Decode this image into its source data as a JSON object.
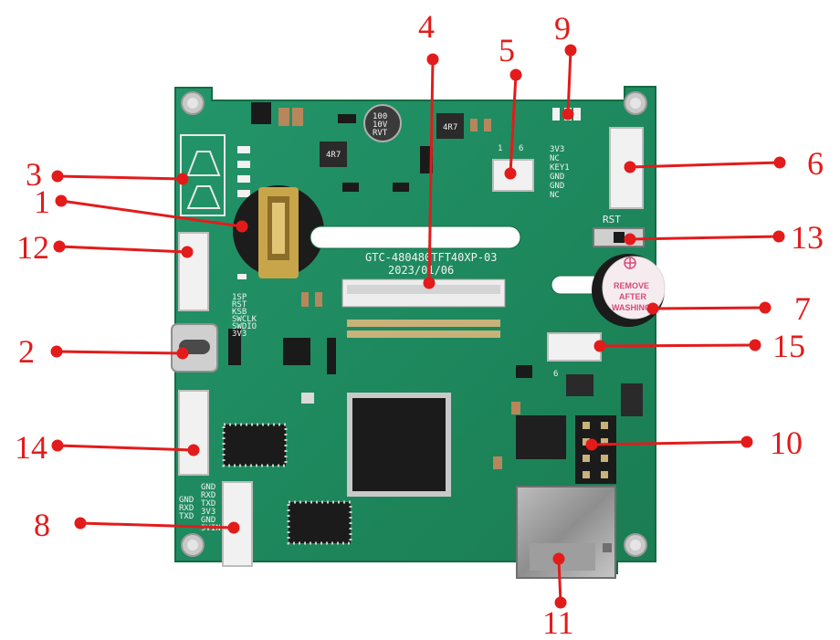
{
  "board": {
    "model_label": "GTC-480480TFT40XP-03",
    "date_label": "2023/01/06",
    "rst_label": "RST",
    "buzzer_label": [
      "REMOVE",
      "AFTER",
      "WASHING"
    ],
    "inductor_label": "4R7",
    "cap_label": [
      "100",
      "10V",
      "RVT"
    ],
    "pins_right": [
      "3V3",
      "NC",
      "KEY1",
      "GND",
      "GND",
      "NC"
    ],
    "pins_left_top": [
      "1SP",
      "RST",
      "KSB",
      "SWCLK",
      "SWDIO",
      "3V3"
    ],
    "pins_left_bottom": [
      "GND",
      "RXD",
      "TXD",
      "3V3",
      "GND",
      "5VIN"
    ],
    "pins_bottom_col": [
      "GND",
      "RXD",
      "TXD"
    ],
    "connector5_pins": [
      "1",
      "6"
    ],
    "connector15_pins": [
      "6"
    ]
  },
  "callouts": [
    {
      "id": "1",
      "label": "1"
    },
    {
      "id": "2",
      "label": "2"
    },
    {
      "id": "3",
      "label": "3"
    },
    {
      "id": "4",
      "label": "4"
    },
    {
      "id": "5",
      "label": "5"
    },
    {
      "id": "6",
      "label": "6"
    },
    {
      "id": "7",
      "label": "7"
    },
    {
      "id": "8",
      "label": "8"
    },
    {
      "id": "9",
      "label": "9"
    },
    {
      "id": "10",
      "label": "10"
    },
    {
      "id": "11",
      "label": "11"
    },
    {
      "id": "12",
      "label": "12"
    },
    {
      "id": "13",
      "label": "13"
    },
    {
      "id": "14",
      "label": "14"
    },
    {
      "id": "15",
      "label": "15"
    }
  ],
  "colors": {
    "pcb": "#1f8a5a",
    "pcb_dark": "#17734a",
    "callout": "#e31b1b",
    "silkscreen": "#f2f2f2"
  }
}
